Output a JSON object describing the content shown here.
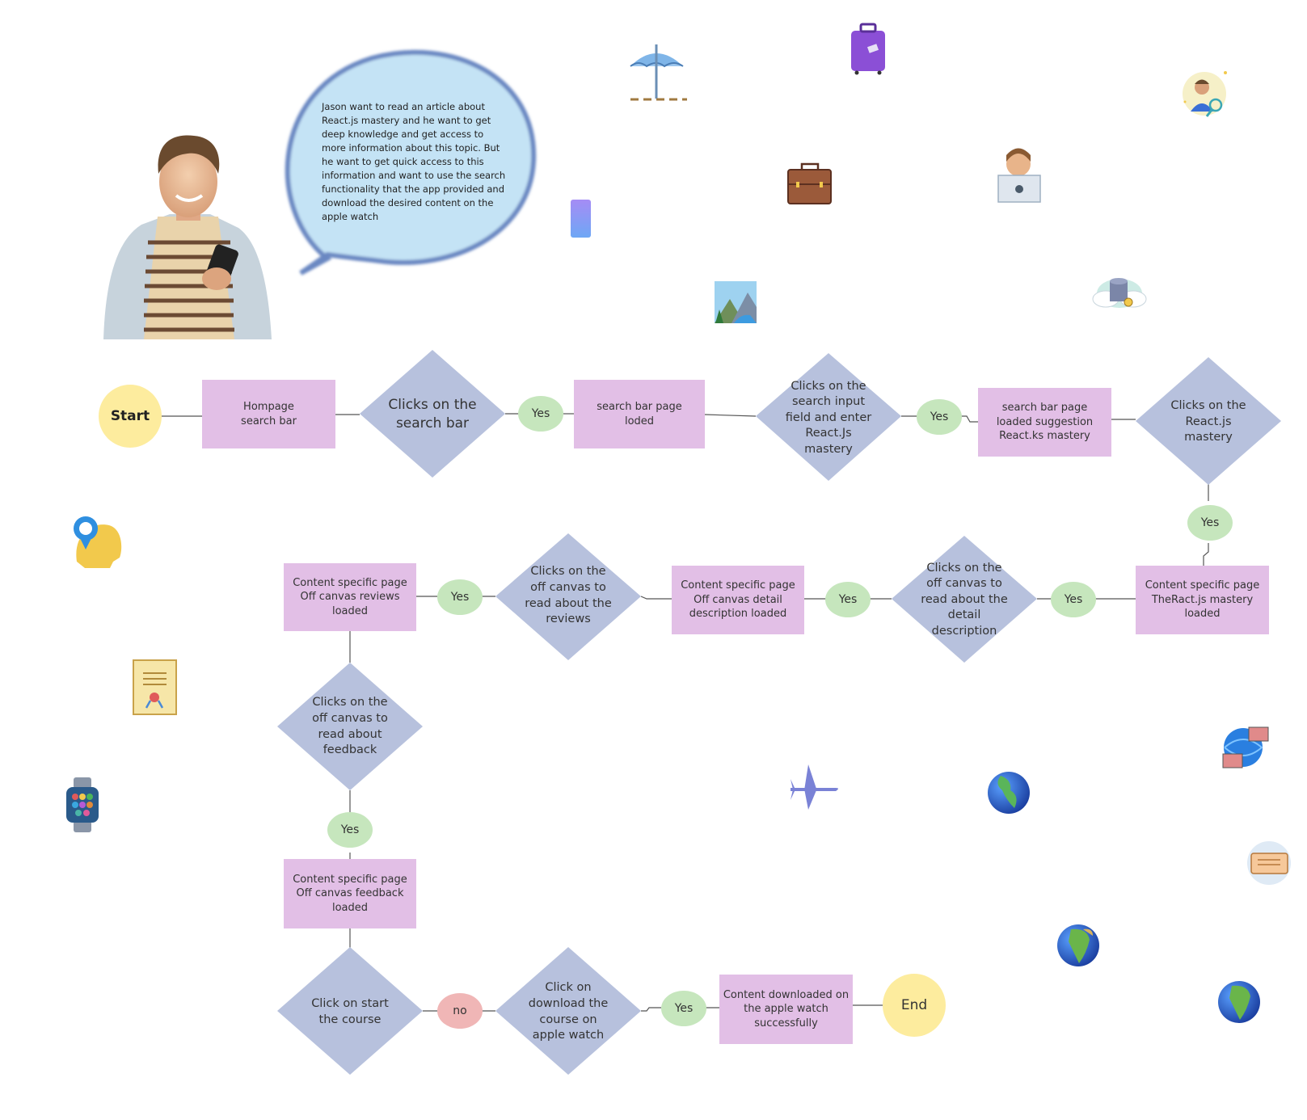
{
  "speech_bubble": {
    "text": "Jason want to read an article about React.js mastery and he want to get deep knowledge and get access to more information about this topic. But he want to get quick access to this information and want to use the search functionality that the app provided and download the desired content on the apple watch"
  },
  "colors": {
    "rect": "#e2bfe6",
    "diamond": "#b7c1dd",
    "yes": "#c6e6bd",
    "no": "#f0b6b6",
    "terminal": "#fdec9e",
    "bubble": "#c4e3f5",
    "bubble_border": "#6b88c2",
    "line": "#555555"
  },
  "flow": {
    "start": "Start",
    "end": "End",
    "yes": "Yes",
    "no": "no",
    "r1": "Hompage\nsearch bar",
    "d1": "Clicks on the\nsearch bar",
    "r2": "search bar page\nloded",
    "d2": "Clicks on the\nsearch input\nfield and enter\nReact.Js\nmastery",
    "r3": "search bar page\nloaded suggestion\nReact.ks mastery",
    "d3": "Clicks on the\nReact.js\nmastery",
    "r4": "Content specific page\nTheRact.js mastery\nloaded",
    "d4": "Clicks on the\noff canvas to\nread about the\ndetail\ndescription",
    "r5": "Content specific page\nOff canvas detail\ndescription loaded",
    "d5": "Clicks on the\noff canvas to\nread about the\nreviews",
    "r6": "Content specific page\nOff canvas reviews\nloaded",
    "d6": "Clicks on the\noff canvas to\nread about\nfeedback",
    "r7": "Content specific page\nOff canvas feedback\nloaded",
    "d7": "Click on start\nthe course",
    "d8": "Click on\ndownload the\ncourse on\napple watch",
    "r8": "Content downloaded on\nthe apple watch\nsuccessfully"
  },
  "icons": [
    "beach-umbrella-icon",
    "suitcase-icon",
    "phone-icon",
    "briefcase-icon",
    "user-laptop-icon",
    "search-person-icon",
    "landscape-image-icon",
    "cloud-database-icon",
    "idea-head-icon",
    "certificate-icon",
    "smartwatch-icon",
    "airplane-icon",
    "globe-americas-icon",
    "network-globe-icon",
    "ticket-icon",
    "globe-africa-icon"
  ]
}
